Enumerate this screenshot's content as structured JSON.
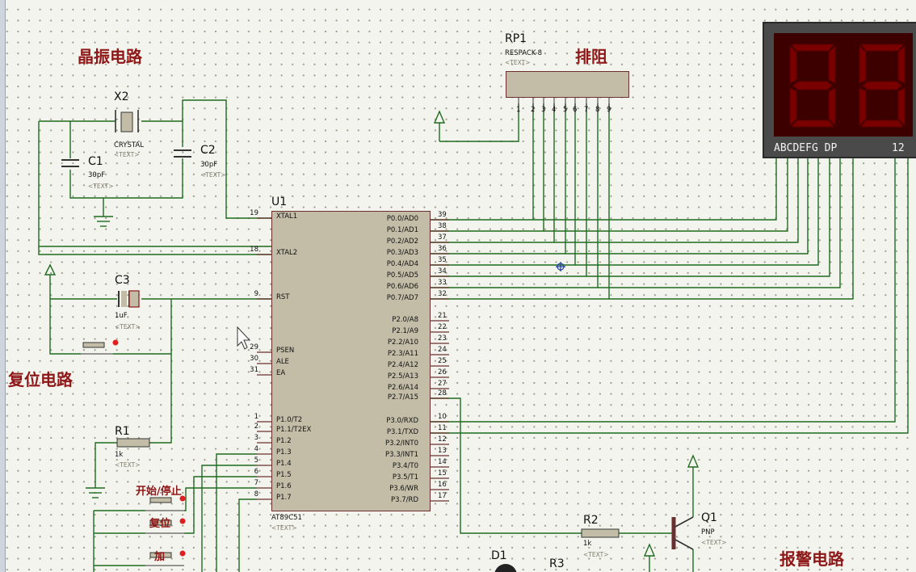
{
  "sections": {
    "crystal": "晶振电路",
    "pullup": "排阻",
    "reset": "复位电路",
    "alarm": "报警电路"
  },
  "buttons": {
    "start_stop": "开始/停止",
    "reset_btn": "复位",
    "plus": "加"
  },
  "components": {
    "x2": {
      "ref": "X2",
      "type": "CRYSTAL",
      "text": "<TEXT>"
    },
    "c1": {
      "ref": "C1",
      "value": "30pF",
      "text": "<TEXT>"
    },
    "c2": {
      "ref": "C2",
      "value": "30pF",
      "text": "<TEXT>"
    },
    "c3": {
      "ref": "C3",
      "value": "1uF",
      "text": "<TEXT>"
    },
    "r1": {
      "ref": "R1",
      "value": "1k",
      "text": "<TEXT>"
    },
    "r2": {
      "ref": "R2",
      "value": "1k",
      "text": "<TEXT>"
    },
    "r3": {
      "ref": "R3"
    },
    "d1": {
      "ref": "D1"
    },
    "q1": {
      "ref": "Q1",
      "type": "PNP",
      "text": "<TEXT>"
    },
    "rp1": {
      "ref": "RP1",
      "type": "RESPACK-8",
      "text": "<TEXT>",
      "pins": [
        "1",
        "2",
        "3",
        "4",
        "5",
        "6",
        "7",
        "8",
        "9"
      ]
    },
    "u1": {
      "ref": "U1",
      "part": "AT89C51",
      "text": "<TEXT>"
    },
    "display": {
      "segments": "ABCDEFG DP",
      "digits": "12"
    }
  },
  "mcu_pins_left": [
    {
      "num": "19",
      "name": "XTAL1"
    },
    {
      "num": "18",
      "name": "XTAL2"
    },
    {
      "num": "9",
      "name": "RST"
    },
    {
      "num": "29",
      "name": "PSEN"
    },
    {
      "num": "30",
      "name": "ALE"
    },
    {
      "num": "31",
      "name": "EA"
    },
    {
      "num": "1",
      "name": "P1.0/T2"
    },
    {
      "num": "2",
      "name": "P1.1/T2EX"
    },
    {
      "num": "3",
      "name": "P1.2"
    },
    {
      "num": "4",
      "name": "P1.3"
    },
    {
      "num": "5",
      "name": "P1.4"
    },
    {
      "num": "6",
      "name": "P1.5"
    },
    {
      "num": "7",
      "name": "P1.6"
    },
    {
      "num": "8",
      "name": "P1.7"
    }
  ],
  "mcu_pins_right": [
    {
      "num": "39",
      "name": "P0.0/AD0"
    },
    {
      "num": "38",
      "name": "P0.1/AD1"
    },
    {
      "num": "37",
      "name": "P0.2/AD2"
    },
    {
      "num": "36",
      "name": "P0.3/AD3"
    },
    {
      "num": "35",
      "name": "P0.4/AD4"
    },
    {
      "num": "34",
      "name": "P0.5/AD5"
    },
    {
      "num": "33",
      "name": "P0.6/AD6"
    },
    {
      "num": "32",
      "name": "P0.7/AD7"
    },
    {
      "num": "21",
      "name": "P2.0/A8"
    },
    {
      "num": "22",
      "name": "P2.1/A9"
    },
    {
      "num": "23",
      "name": "P2.2/A10"
    },
    {
      "num": "24",
      "name": "P2.3/A11"
    },
    {
      "num": "25",
      "name": "P2.4/A12"
    },
    {
      "num": "26",
      "name": "P2.5/A13"
    },
    {
      "num": "27",
      "name": "P2.6/A14"
    },
    {
      "num": "28",
      "name": "P2.7/A15"
    },
    {
      "num": "10",
      "name": "P3.0/RXD"
    },
    {
      "num": "11",
      "name": "P3.1/TXD"
    },
    {
      "num": "12",
      "name": "P3.2/INT0"
    },
    {
      "num": "13",
      "name": "P3.3/INT1"
    },
    {
      "num": "14",
      "name": "P3.4/T0"
    },
    {
      "num": "15",
      "name": "P3.5/T1"
    },
    {
      "num": "16",
      "name": "P3.6/WR"
    },
    {
      "num": "17",
      "name": "P3.7/RD"
    }
  ],
  "colors": {
    "wire": "#1f6b1f",
    "label": "#8e1717",
    "chip": "#c3bda8",
    "segment": "#7a0000"
  }
}
